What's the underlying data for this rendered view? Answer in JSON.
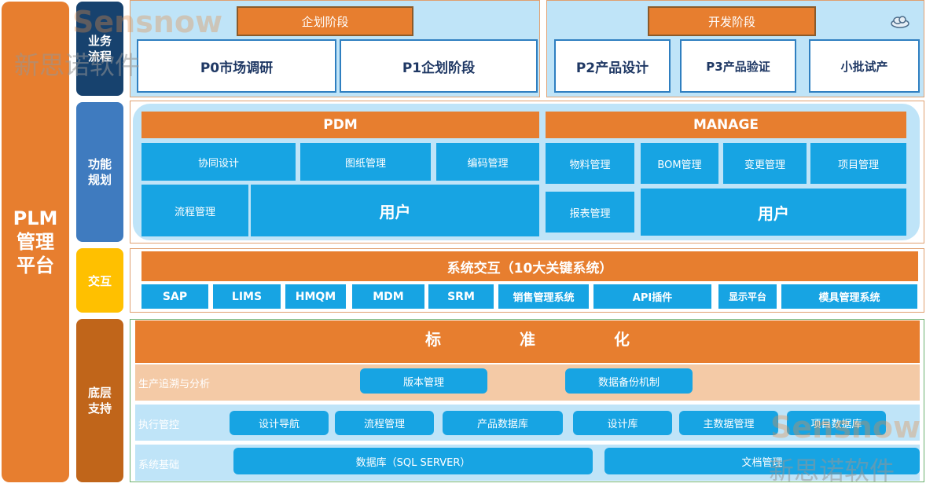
{
  "platform_title": "PLM\n管理\n平台",
  "row_labels": {
    "business": "业务\n流程",
    "function": "功能\n规划",
    "interaction": "交互",
    "base": "底层\n支持"
  },
  "stages": {
    "planning_header": "企划阶段",
    "dev_header": "开发阶段",
    "p0": "P0市场调研",
    "p1": "P1企划阶段",
    "p2": "P2产品设计",
    "p3": "P3产品验证",
    "small_batch": "小批试产"
  },
  "pdm": {
    "title": "PDM",
    "items": [
      "协同设计",
      "图纸管理",
      "编码管理",
      "流程管理"
    ],
    "user": "用户"
  },
  "manage": {
    "title": "MANAGE",
    "items": [
      "物料管理",
      "BOM管理",
      "变更管理",
      "项目管理",
      "报表管理"
    ],
    "user": "用户"
  },
  "interaction": {
    "title": "系统交互（10大关键系统）",
    "systems": [
      "SAP",
      "LIMS",
      "HMQM",
      "MDM",
      "SRM",
      "销售管理系统",
      "API插件",
      "显示平台",
      "模具管理系统"
    ]
  },
  "base": {
    "standard": "标　　　　　准　　　　　化",
    "rows": [
      {
        "label": "生产追溯与分析",
        "items": [
          "版本管理",
          "数据备份机制"
        ]
      },
      {
        "label": "执行管控",
        "items": [
          "设计导航",
          "流程管理",
          "产品数据库",
          "设计库",
          "主数据管理",
          "项目数据库"
        ]
      },
      {
        "label": "系统基础",
        "items": [
          "数据库（SQL SERVER）",
          "文档管理"
        ]
      }
    ]
  },
  "watermark": {
    "en": "Sensnow",
    "cn": "新思诺软件"
  }
}
